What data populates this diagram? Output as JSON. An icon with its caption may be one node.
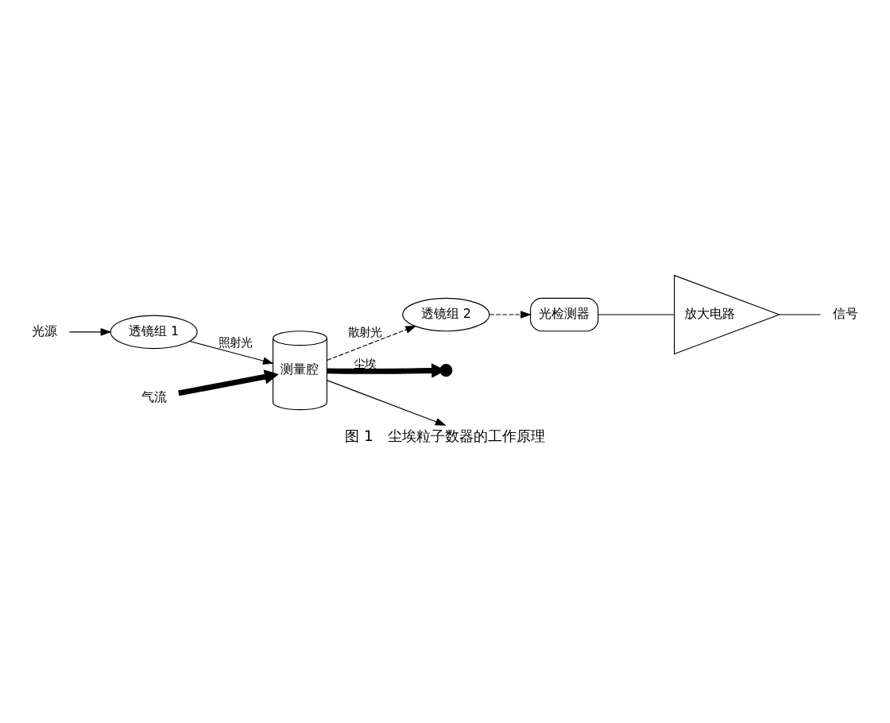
{
  "diagram": {
    "caption": "图 1　尘埃粒子数器的工作原理",
    "nodes": [
      {
        "text": [
          "光源"
        ]
      },
      {
        "text": [
          "透镜组 1"
        ]
      },
      {
        "text": [
          "测量腔"
        ]
      },
      {
        "text": [
          "气流"
        ]
      },
      {
        "text": [
          "透镜组 2"
        ]
      },
      {
        "text": [
          "光检测器"
        ]
      },
      {
        "text": [
          "放大电路"
        ]
      },
      {
        "text": [
          "信号"
        ]
      },
      {
        "text": [],
        "shape": "circle"
      }
    ],
    "edges": [
      {
        "from": 0,
        "to": 1,
        "arrow": "to"
      },
      {
        "from": 1,
        "to": 2,
        "arrow": "to",
        "label": "照射光"
      },
      {
        "from": 3,
        "to": 2,
        "arrow": "to",
        "style": "thick"
      },
      {
        "from": 2,
        "to": null,
        "arrow": "to"
      },
      {
        "from": 2,
        "to": 4,
        "arrow": "to",
        "style": "dashed",
        "label": "散射光"
      },
      {
        "from": 4,
        "to": 5,
        "arrow": "to",
        "style": "dashed"
      },
      {
        "from": 5,
        "to": 6,
        "arrow": "none"
      },
      {
        "from": 6,
        "to": 7,
        "arrow": "none"
      },
      {
        "from": 2,
        "to": 8,
        "arrow": "to",
        "style": "thick",
        "label": "尘埃"
      }
    ]
  }
}
